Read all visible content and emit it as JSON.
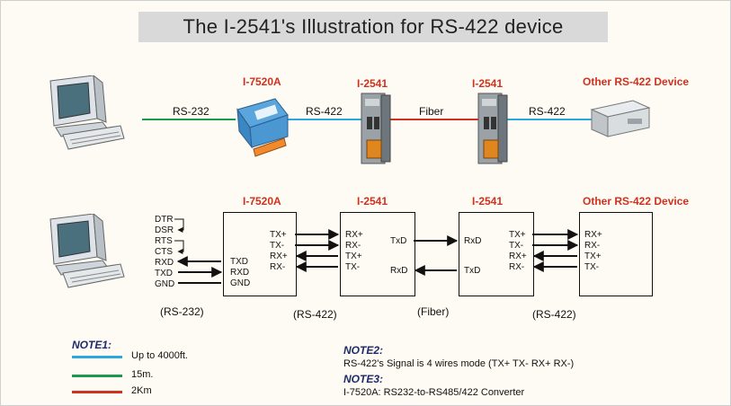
{
  "title": "The I-2541's Illustration for RS-422 device",
  "top": {
    "device_labels": [
      "I-7520A",
      "I-2541",
      "I-2541",
      "Other RS-422 Device"
    ],
    "link_labels": [
      "RS-232",
      "RS-422",
      "Fiber",
      "RS-422"
    ]
  },
  "bottom": {
    "device_labels": [
      "I-7520A",
      "I-2541",
      "I-2541",
      "Other RS-422 Device"
    ],
    "pc_signals": [
      "DTR",
      "DSR",
      "RTS",
      "CTS",
      "RXD",
      "TXD",
      "GND"
    ],
    "i7520_left_pins": [
      "TXD",
      "RXD",
      "GND"
    ],
    "i7520_right_pins": [
      "TX+",
      "TX-",
      "RX+",
      "RX-"
    ],
    "i2541a_left_pins": [
      "RX+",
      "RX-",
      "TX+",
      "TX-"
    ],
    "i2541a_right_pins": [
      "TxD",
      "RxD"
    ],
    "i2541b_left_pins": [
      "RxD",
      "TxD"
    ],
    "i2541b_right_pins": [
      "TX+",
      "TX-",
      "RX+",
      "RX-"
    ],
    "other_pins": [
      "RX+",
      "RX-",
      "TX+",
      "TX-"
    ],
    "segment_labels": [
      "(RS-232)",
      "(RS-422)",
      "(Fiber)",
      "(RS-422)"
    ]
  },
  "notes": {
    "note1_title": "NOTE1:",
    "legend": [
      {
        "label": "Up to 4000ft.",
        "color": "#2aa7dc"
      },
      {
        "label": "15m.",
        "color": "#1a9a4a"
      },
      {
        "label": "2Km",
        "color": "#d0311f"
      }
    ],
    "note2_title": "NOTE2:",
    "note2_text": "RS-422's Signal is  4 wires mode (TX+ TX- RX+ RX-)",
    "note3_title": "NOTE3:",
    "note3_text": "I-7520A: RS232-to-RS485/422 Converter"
  }
}
